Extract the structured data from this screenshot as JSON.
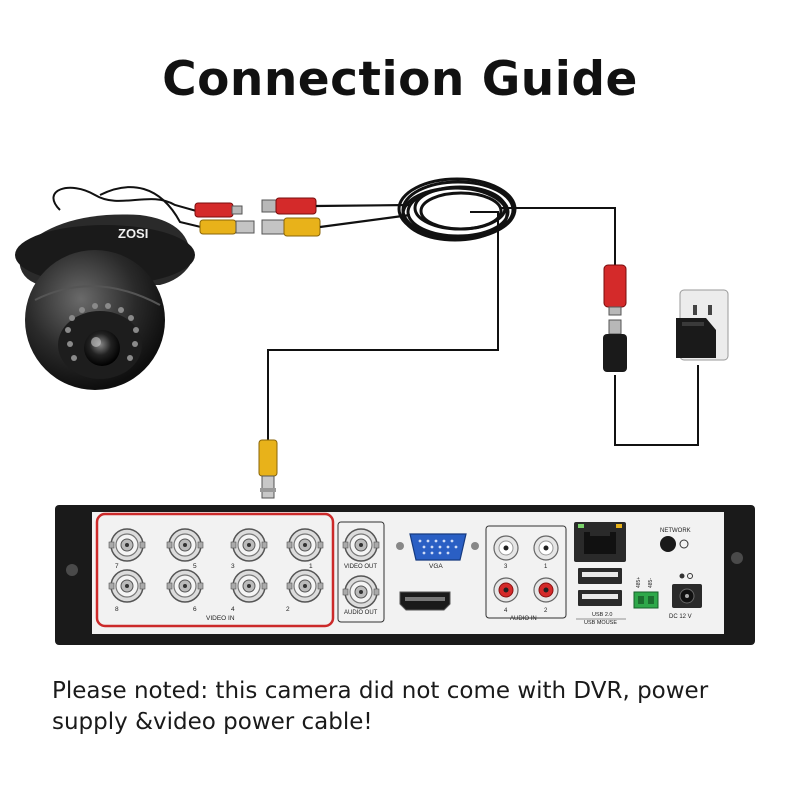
{
  "title": "Connection Guide",
  "note": {
    "line1": "Please noted: this camera did not come with DVR, power",
    "line2": "supply &video power cable!"
  },
  "camera": {
    "brand": "ZOSI"
  },
  "dvr": {
    "video_in_label": "VIDEO IN",
    "video_in_numbers": [
      "7",
      "5",
      "3",
      "1",
      "8",
      "6",
      "4",
      "2"
    ],
    "video_out_label": "VIDEO OUT",
    "audio_out_label": "AUDIO OUT",
    "vga_label": "VGA",
    "audio_in_label": "AUDIO IN",
    "audio_in_numbers": [
      "3",
      "1",
      "4",
      "2"
    ],
    "network_label": "NETWORK",
    "usb_label_1": "USB 2.0",
    "usb_label_2": "USB MOUSE",
    "rs485_a": "485+",
    "rs485_b": "485-",
    "dc_label": "DC 12 V"
  },
  "colors": {
    "highlight_box": "#cc2a2a",
    "bnc_yellow": "#e8b21a",
    "power_red": "#d42a2a",
    "cable": "#111111",
    "dvr_panel": "#f2f2f2",
    "dvr_frame": "#1a1a1a"
  }
}
